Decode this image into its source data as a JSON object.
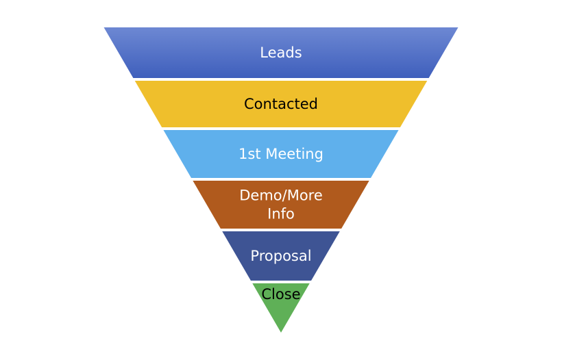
{
  "funnel": {
    "stages": [
      {
        "lines": [
          "Leads"
        ],
        "color": "#4a69c1",
        "text_color": "#ffffff"
      },
      {
        "lines": [
          "Contacted"
        ],
        "color": "#efbf2c",
        "text_color": "#000000"
      },
      {
        "lines": [
          "1st Meeting"
        ],
        "color": "#5fb0ec",
        "text_color": "#ffffff"
      },
      {
        "lines": [
          "Demo/More",
          "Info"
        ],
        "color": "#b05a1d",
        "text_color": "#ffffff"
      },
      {
        "lines": [
          "Proposal"
        ],
        "color": "#3e5494",
        "text_color": "#ffffff"
      },
      {
        "lines": [
          "Close"
        ],
        "color": "#5fb057",
        "text_color": "#000000"
      }
    ]
  }
}
